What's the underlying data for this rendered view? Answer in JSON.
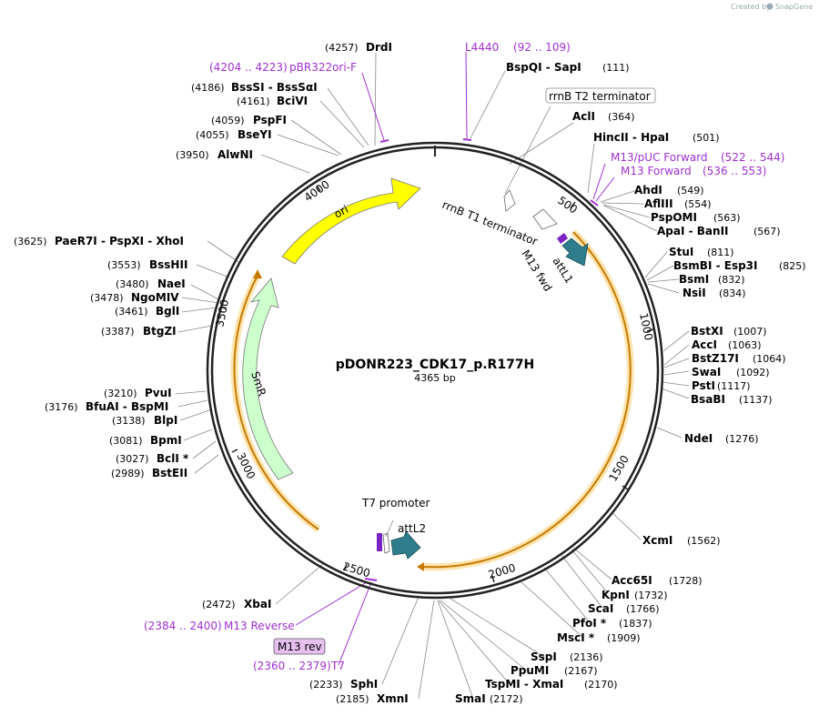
{
  "plasmid": {
    "name": "pDONR223_CDK17_p.R177H",
    "length_label": "4365 bp",
    "length": 4365
  },
  "credit": {
    "created_by": "Created by",
    "brand": "SnapGene"
  },
  "ticks": [
    "500",
    "1000",
    "1500",
    "2000",
    "2500",
    "3000",
    "3500",
    "4000"
  ],
  "enzymes": [
    {
      "name": "DrdI",
      "pos": "(4257)"
    },
    {
      "name": "BssSI  - BssSαI",
      "pos": "(4186)"
    },
    {
      "name": "BciVI",
      "pos": "(4161)"
    },
    {
      "name": "PspFI",
      "pos": "(4059)"
    },
    {
      "name": "BseYI",
      "pos": "(4055)"
    },
    {
      "name": "AlwNI",
      "pos": "(3950)"
    },
    {
      "name": "PaeR7I  - PspXI  - XhoI",
      "pos": "(3625)"
    },
    {
      "name": "BssHII",
      "pos": "(3553)"
    },
    {
      "name": "NaeI",
      "pos": "(3480)"
    },
    {
      "name": "NgoMIV",
      "pos": "(3478)"
    },
    {
      "name": "BglI",
      "pos": "(3461)"
    },
    {
      "name": "BtgZI",
      "pos": "(3387)"
    },
    {
      "name": "PvuI",
      "pos": "(3210)"
    },
    {
      "name": "BfuAI  - BspMI",
      "pos": "(3176)"
    },
    {
      "name": "BlpI",
      "pos": "(3138)"
    },
    {
      "name": "BpmI",
      "pos": "(3081)"
    },
    {
      "name": "BclI *",
      "pos": "(3027)"
    },
    {
      "name": "BstEII",
      "pos": "(2989)"
    },
    {
      "name": "XbaI",
      "pos": "(2472)"
    },
    {
      "name": "SphI",
      "pos": "(2233)"
    },
    {
      "name": "XmnI",
      "pos": "(2185)"
    },
    {
      "name": "SmaI",
      "pos": "(2172)"
    },
    {
      "name": "TspMI  - XmaI",
      "pos": "(2170)"
    },
    {
      "name": "PpuMI",
      "pos": "(2167)"
    },
    {
      "name": "SspI",
      "pos": "(2136)"
    },
    {
      "name": "MscI *",
      "pos": "(1909)"
    },
    {
      "name": "PfoI *",
      "pos": "(1837)"
    },
    {
      "name": "ScaI",
      "pos": "(1766)"
    },
    {
      "name": "KpnI",
      "pos": "(1732)"
    },
    {
      "name": "Acc65I",
      "pos": "(1728)"
    },
    {
      "name": "XcmI",
      "pos": "(1562)"
    },
    {
      "name": "NdeI",
      "pos": "(1276)"
    },
    {
      "name": "BsaBI",
      "pos": "(1137)"
    },
    {
      "name": "PstI",
      "pos": "(1117)"
    },
    {
      "name": "SwaI",
      "pos": "(1092)"
    },
    {
      "name": "BstZ17I",
      "pos": "(1064)"
    },
    {
      "name": "AccI",
      "pos": "(1063)"
    },
    {
      "name": "BstXI",
      "pos": "(1007)"
    },
    {
      "name": "NsiI",
      "pos": "(834)"
    },
    {
      "name": "BsmI",
      "pos": "(832)"
    },
    {
      "name": "BsmBI  - Esp3I",
      "pos": "(825)"
    },
    {
      "name": "StuI",
      "pos": "(811)"
    },
    {
      "name": "ApaI  - BanII",
      "pos": "(567)"
    },
    {
      "name": "PspOMI",
      "pos": "(563)"
    },
    {
      "name": "AflIII",
      "pos": "(554)"
    },
    {
      "name": "AhdI",
      "pos": "(549)"
    },
    {
      "name": "HincII  - HpaI",
      "pos": "(501)"
    },
    {
      "name": "AclI",
      "pos": "(364)"
    },
    {
      "name": "BspQI  - SapI",
      "pos": "(111)"
    }
  ],
  "primers": [
    {
      "name": "L4440",
      "range": "(92 .. 109)"
    },
    {
      "name": "pBR322ori-F",
      "range": "(4204 .. 4223)"
    },
    {
      "name": "M13/pUC Forward",
      "range": "(522 .. 544)"
    },
    {
      "name": "M13 Forward",
      "range": "(536 .. 553)"
    },
    {
      "name": "M13 Reverse",
      "range": "(2384 .. 2400)"
    },
    {
      "name": "T7",
      "range": "(2360 .. 2379)"
    }
  ],
  "features": {
    "rrnB_T2": "rrnB T2 terminator",
    "rrnB_T1": "rrnB T1 terminator",
    "ori": "ori",
    "smr": "SmR",
    "attL1": "attL1",
    "m13fwd": "M13 fwd",
    "t7promoter": "T7 promoter",
    "attL2": "attL2",
    "m13rev": "M13 rev"
  },
  "colors": {
    "ori": "#ffff00",
    "smr": "#ccffcc",
    "att": "#2e7d8c",
    "primer": "#a030d0",
    "orf_line": "#f5a623",
    "orf_glow": "#fde4b0"
  }
}
